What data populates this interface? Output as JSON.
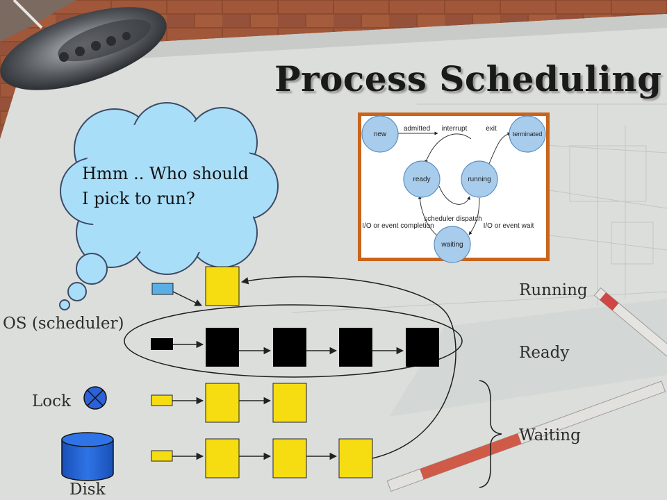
{
  "slide": {
    "title": "Process Scheduling",
    "thought": {
      "line1": "Hmm .. Who should",
      "line2": "I pick to run?"
    },
    "labels": {
      "os": "OS (scheduler)",
      "lock": "Lock",
      "disk": "Disk",
      "running": "Running",
      "ready": "Ready",
      "waiting": "Waiting"
    }
  },
  "state_diagram": {
    "states": {
      "new": "new",
      "ready": "ready",
      "running": "running",
      "waiting": "waiting",
      "terminated": "terminated"
    },
    "transitions": {
      "admitted": "admitted",
      "interrupt": "interrupt",
      "exit": "exit",
      "scheduler_dispatch": "scheduler dispatch",
      "io_completion": "I/O or event completion",
      "io_wait": "I/O or event wait"
    }
  },
  "colors": {
    "process_yellow": "#f6dd12",
    "queue_black": "#000000",
    "cpu_blue": "#5aaee6",
    "cloud_blue": "#a9def8",
    "disk_blue": "#1f62d6",
    "lock_blue": "#2b62d9",
    "frame_orange": "#c8641c"
  }
}
